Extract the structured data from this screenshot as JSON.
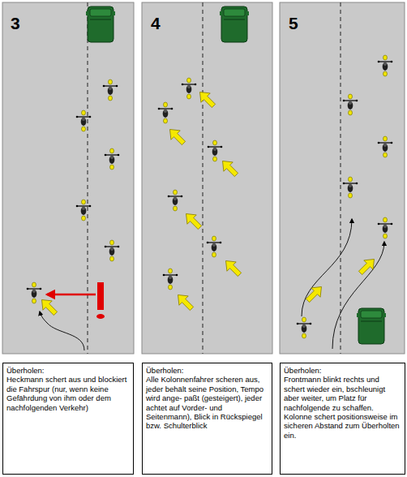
{
  "diagram": {
    "nodes": [
      {
        "text": [
          "Überholen:",
          "Heckmann schert aus und blockiert die Fahrspur (nur, wenn keine Gefährdung von ihm oder dem nachfolgenden Verkehr)"
        ]
      },
      {
        "text": [
          "Überholen:",
          "Alle Kolonnenfahrer scheren aus, jeder behält seine Position, Tempo wird ange- paßt (gesteigert), jeder achtet auf Vorder- und Seitenmann), Blick in Rückspiegel bzw. Schulterblick"
        ]
      },
      {
        "text": [
          "Überholen:",
          "Frontmann blinkt rechts und schert wieder ein, bschleunigt aber weiter, um Platz für nachfolgende zu schaffen. Kolonne schert positionsweise im sicheren Abstand zum Überholten ein."
        ]
      }
    ],
    "labels": [
      "3",
      "4",
      "5"
    ]
  }
}
